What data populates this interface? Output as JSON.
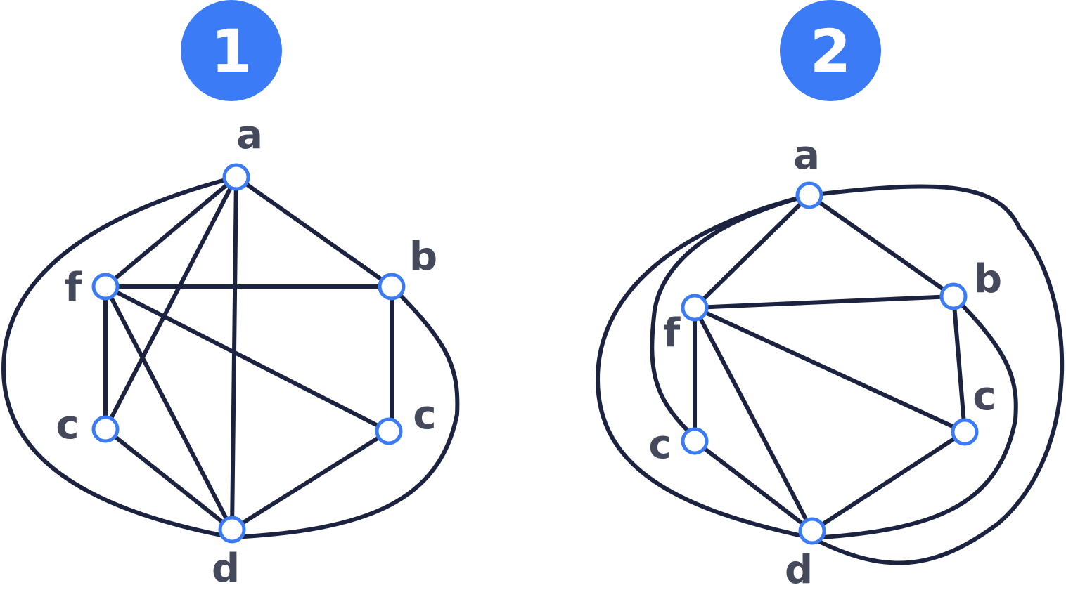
{
  "colors": {
    "accent": "#3b7bf6",
    "edge": "#1c2340",
    "label": "#444a5c",
    "background": "#ffffff"
  },
  "graphs": [
    {
      "badge": "1",
      "labels": {
        "a": "a",
        "b": "b",
        "c_left": "c",
        "c_right": "c",
        "d": "d",
        "f": "f"
      }
    },
    {
      "badge": "2",
      "labels": {
        "a": "a",
        "b": "b",
        "c_left": "c",
        "c_right": "c",
        "d": "d",
        "f": "f"
      }
    }
  ]
}
